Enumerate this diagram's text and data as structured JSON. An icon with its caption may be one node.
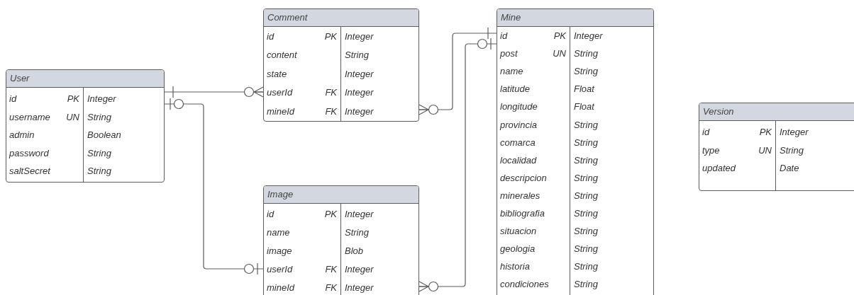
{
  "diagram": {
    "nodes": [
      {
        "text": [
          "User"
        ]
      },
      {
        "text": [
          "id",
          "PK",
          "Integer"
        ],
        "in": 0
      },
      {
        "text": [
          "username",
          "UN",
          "String"
        ],
        "in": 0
      },
      {
        "text": [
          "admin",
          "Boolean"
        ],
        "in": 0
      },
      {
        "text": [
          "password",
          "String"
        ],
        "in": 0
      },
      {
        "text": [
          "saltSecret",
          "String"
        ],
        "in": 0
      },
      {
        "text": [
          "Comment"
        ]
      },
      {
        "text": [
          "id",
          "PK",
          "Integer"
        ],
        "in": 6
      },
      {
        "text": [
          "content",
          "String"
        ],
        "in": 6
      },
      {
        "text": [
          "state",
          "Integer"
        ],
        "in": 6
      },
      {
        "text": [
          "userId",
          "FK",
          "Integer"
        ],
        "in": 6
      },
      {
        "text": [
          "mineId",
          "FK",
          "Integer"
        ],
        "in": 6
      },
      {
        "text": [
          "Image"
        ]
      },
      {
        "text": [
          "id",
          "PK",
          "Integer"
        ],
        "in": 12
      },
      {
        "text": [
          "name",
          "String"
        ],
        "in": 12
      },
      {
        "text": [
          "image",
          "Blob"
        ],
        "in": 12
      },
      {
        "text": [
          "userId",
          "FK",
          "Integer"
        ],
        "in": 12
      },
      {
        "text": [
          "mineId",
          "FK",
          "Integer"
        ],
        "in": 12
      },
      {
        "text": [
          "Mine"
        ]
      },
      {
        "text": [
          "id",
          "PK",
          "Integer"
        ],
        "in": 18
      },
      {
        "text": [
          "post",
          "UN",
          "String"
        ],
        "in": 18
      },
      {
        "text": [
          "name",
          "String"
        ],
        "in": 18
      },
      {
        "text": [
          "latitude",
          "Float"
        ],
        "in": 18
      },
      {
        "text": [
          "longitude",
          "Float"
        ],
        "in": 18
      },
      {
        "text": [
          "provincia",
          "String"
        ],
        "in": 18
      },
      {
        "text": [
          "comarca",
          "String"
        ],
        "in": 18
      },
      {
        "text": [
          "localidad",
          "String"
        ],
        "in": 18
      },
      {
        "text": [
          "descripcion",
          "String"
        ],
        "in": 18
      },
      {
        "text": [
          "minerales",
          "String"
        ],
        "in": 18
      },
      {
        "text": [
          "bibliografia",
          "String"
        ],
        "in": 18
      },
      {
        "text": [
          "situacion",
          "String"
        ],
        "in": 18
      },
      {
        "text": [
          "geologia",
          "String"
        ],
        "in": 18
      },
      {
        "text": [
          "historia",
          "String"
        ],
        "in": 18
      },
      {
        "text": [
          "condiciones",
          "String"
        ],
        "in": 18
      },
      {
        "text": [
          "Version"
        ]
      },
      {
        "text": [
          "id",
          "PK",
          "Integer"
        ],
        "in": 34
      },
      {
        "text": [
          "type",
          "UN",
          "String"
        ],
        "in": 34
      },
      {
        "text": [
          "updated",
          "Date"
        ],
        "in": 34
      }
    ],
    "edges": [
      {
        "from": 0,
        "to": 10,
        "arrow": "other"
      },
      {
        "from": 0,
        "to": 16,
        "arrow": "other"
      },
      {
        "from": 11,
        "to": 18,
        "arrow": "other"
      },
      {
        "from": 17,
        "to": 18,
        "arrow": "other"
      }
    ]
  }
}
